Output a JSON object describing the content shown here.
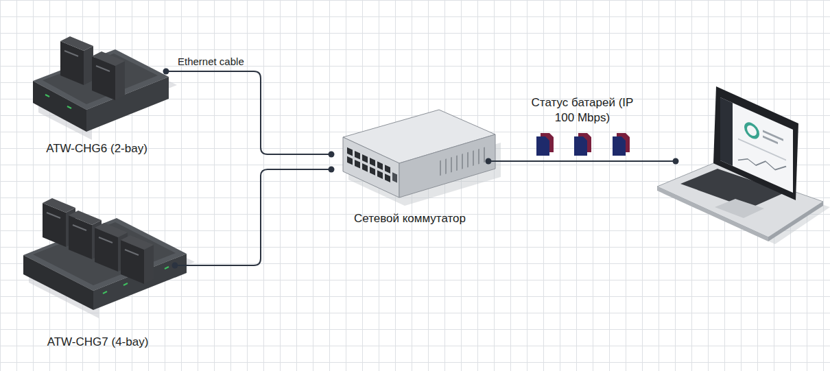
{
  "diagram": {
    "nodes": [
      {
        "text": [
          "ATW-CHG6 (2-bay)"
        ]
      },
      {
        "text": [
          "ATW-CHG7 (4-bay)"
        ]
      },
      {
        "text": [
          "Сетевой коммутатор"
        ]
      },
      {
        "text": []
      }
    ],
    "edges": [
      {
        "from": 0,
        "to": 2,
        "arrow": "none",
        "label": "Ethernet cable"
      },
      {
        "from": 1,
        "to": 2,
        "arrow": "none"
      },
      {
        "from": 2,
        "to": 3,
        "arrow": "none",
        "label": "Статус батарей (IP 100 Mbps)"
      }
    ]
  }
}
